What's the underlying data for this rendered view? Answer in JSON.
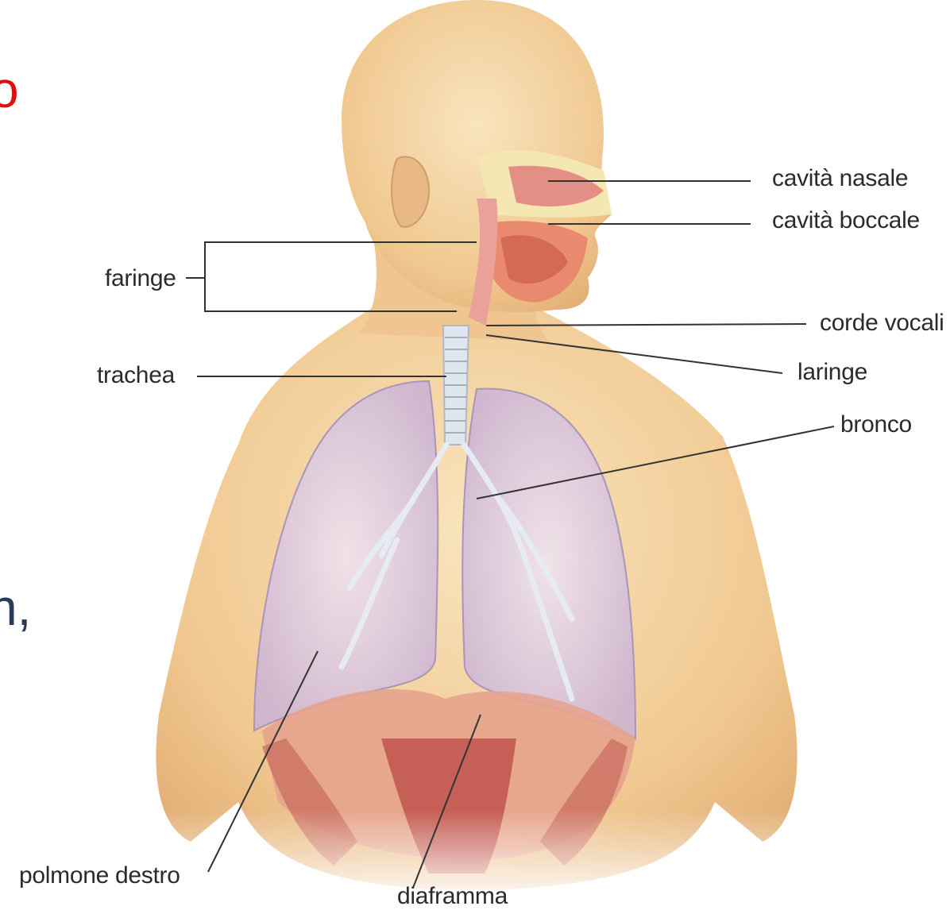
{
  "labels": {
    "cavita_nasale": "cavità nasale",
    "cavita_boccale": "cavità boccale",
    "faringe": "faringe",
    "corde_vocali": "corde vocali",
    "trachea": "trachea",
    "laringe": "laringe",
    "bronco": "bronco",
    "polmone_destro": "polmone destro",
    "diaframma": "diaframma"
  },
  "edge_text": {
    "top_red": "o",
    "middle_left": "n,"
  },
  "colors": {
    "skin": "#f3d2a2",
    "lung": "#d9c6e2",
    "airway": "#e9a19a",
    "muscle": "#c0524c",
    "label_text": "#2b2b2b",
    "edge_red": "#e01010",
    "edge_dark": "#2a3a5a"
  }
}
